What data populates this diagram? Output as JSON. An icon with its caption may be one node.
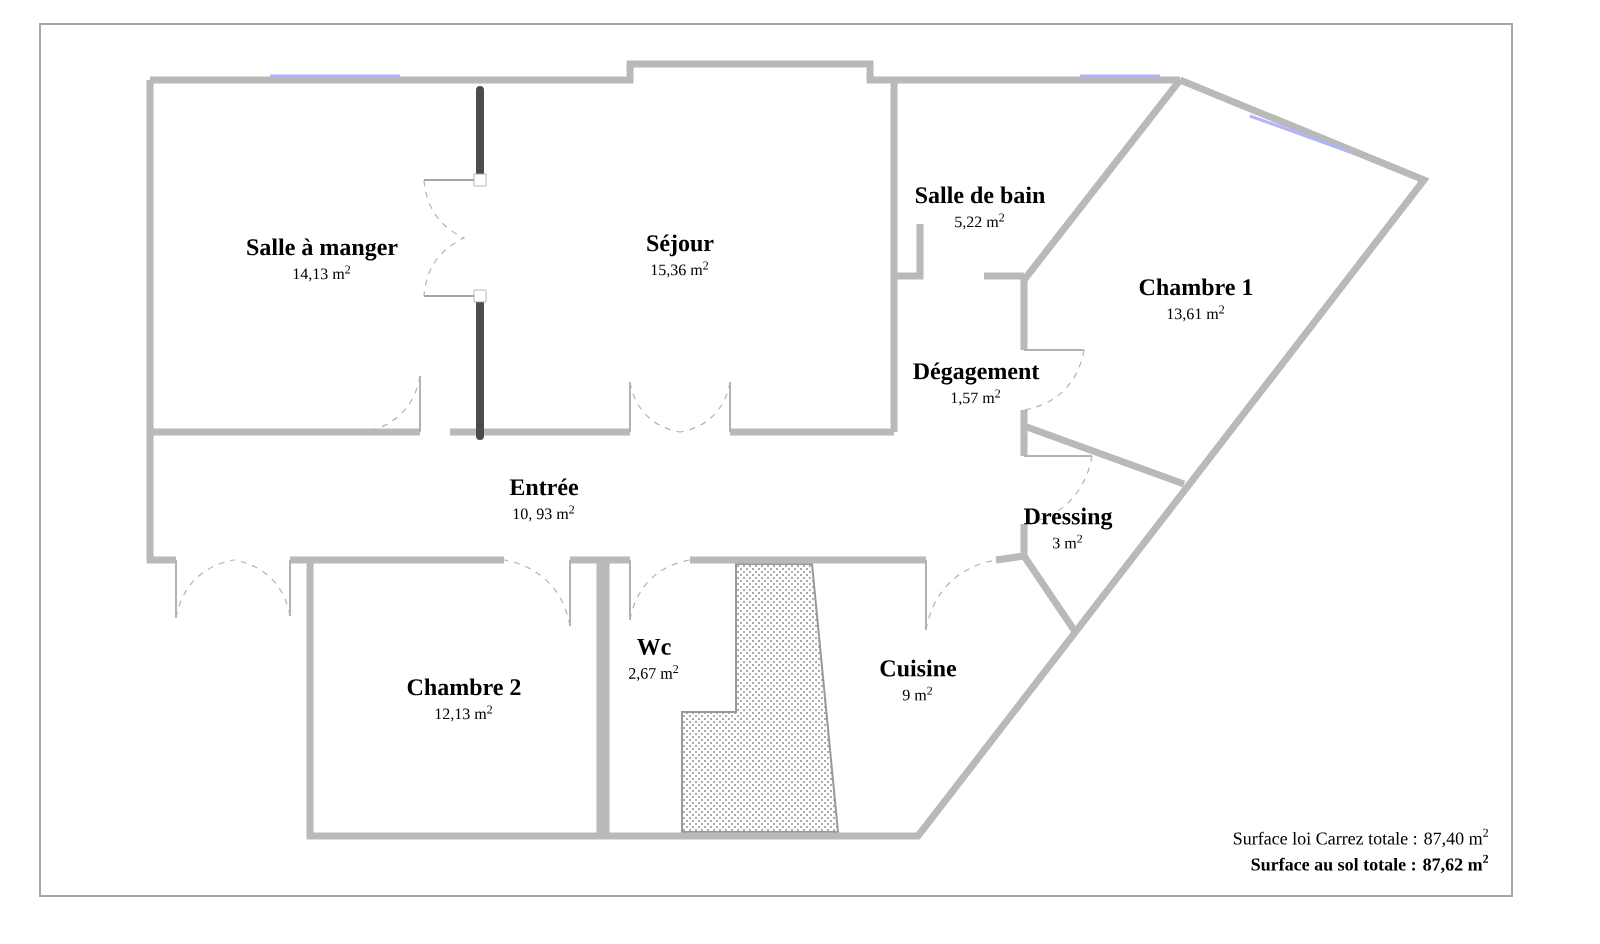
{
  "diagram": {
    "nodes": [
      {
        "text": [
          "Salle à manger",
          "14,13 m$^{2}$"
        ]
      },
      {
        "text": [
          "Séjour",
          "15,36 m$^{2}$"
        ]
      },
      {
        "text": [
          "Salle de bain",
          "5,22 m$^{2}$"
        ]
      },
      {
        "text": [
          "Chambre 1",
          "13,61 m$^{2}$"
        ]
      },
      {
        "text": [
          "Dégagement",
          "1,57 m$^{2}$"
        ]
      },
      {
        "text": [
          "Entrée",
          "10, 93 m$^{2}$"
        ]
      },
      {
        "text": [
          "Dressing",
          "3 m$^{2}$"
        ]
      },
      {
        "text": [
          "Chambre 2",
          "12,13 m$^{2}$"
        ]
      },
      {
        "text": [
          "Wc",
          "2,67 m$^{2}$"
        ]
      },
      {
        "text": [
          "Cuisine",
          "9 m$^{2}$"
        ]
      }
    ],
    "labels": [
      "Surface loi Carrez totale : 87,40 m$^{2}$",
      "Surface au sol totale : 87,62 m$^{2}$"
    ]
  }
}
